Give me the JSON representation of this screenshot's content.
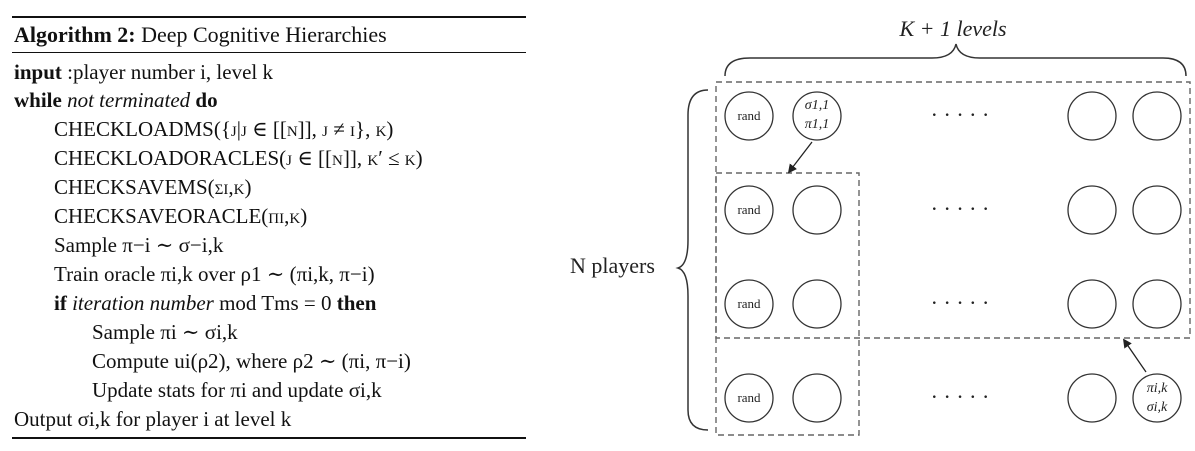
{
  "algorithm": {
    "title_label": "Algorithm 2:",
    "title_name": "Deep Cognitive Hierarchies",
    "lines": [
      {
        "kw": "input",
        "sep": " :",
        "text": "player number i, level k"
      },
      {
        "kw": "while",
        "it": "not terminated",
        "kw2": "do"
      },
      {
        "text": "CHECKLOADMS({j|j ∈ [[n]], j ≠ i}, k)"
      },
      {
        "text": "CHECKLOADORACLES(j ∈ [[n]], k′ ≤ k)"
      },
      {
        "text": "CHECKSAVEMS(σi,k)"
      },
      {
        "text": "CHECKSAVEORACLE(πi,k)"
      },
      {
        "text": "Sample π−i ∼ σ−i,k"
      },
      {
        "text": "Train oracle πi,k over ρ1 ∼ (πi,k, π−i)"
      },
      {
        "kw": "if",
        "it": "iteration number",
        "mid": " mod Tms = 0 ",
        "kw2": "then"
      },
      {
        "text": "Sample πi ∼ σi,k"
      },
      {
        "text": "Compute ui(ρ2), where ρ2 ∼ (πi, π−i)"
      },
      {
        "text": "Update stats for πi and update σi,k"
      },
      {
        "text": "Output σi,k for player i at level k"
      }
    ]
  },
  "diagram": {
    "levels_label": "K + 1 levels",
    "players_label": "N players",
    "node_rand": "rand",
    "dots": "· · · · ·",
    "sigma_label": "σ1,1",
    "pi_label": "π1,1",
    "pi_ik": "πi,k",
    "sigma_ik": "σi,k"
  }
}
